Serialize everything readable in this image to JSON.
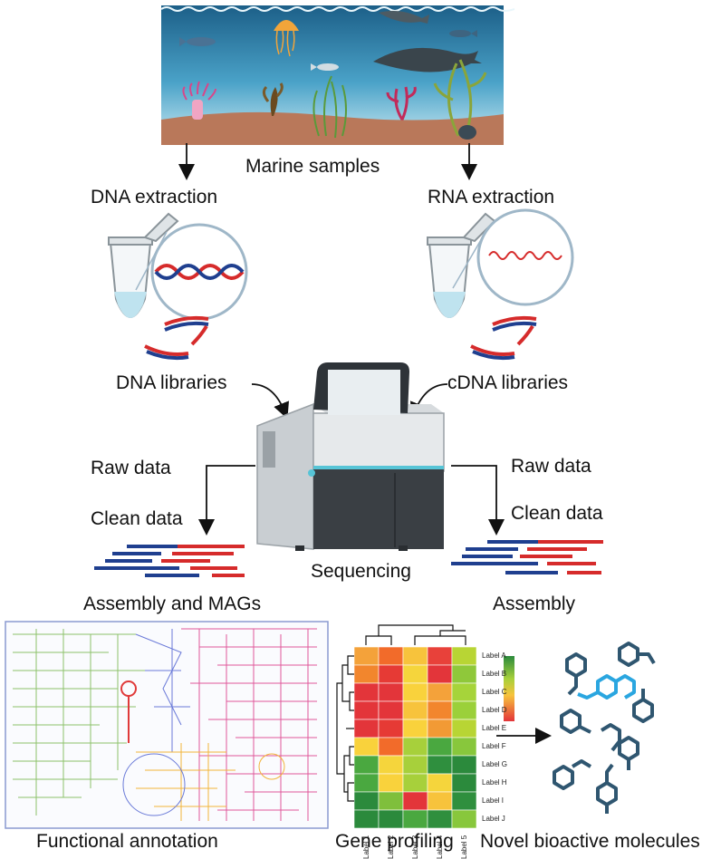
{
  "labels": {
    "marine_samples": "Marine samples",
    "dna_extraction": "DNA extraction",
    "rna_extraction": "RNA extraction",
    "dna_libraries": "DNA libraries",
    "cdna_libraries": "cDNA libraries",
    "raw_data_left": "Raw data",
    "clean_data_left": "Clean data",
    "raw_data_right": "Raw data",
    "clean_data_right": "Clean data",
    "sequencing": "Sequencing",
    "assembly_mags": "Assembly and MAGs",
    "assembly": "Assembly",
    "functional_annotation": "Functional annotation",
    "gene_profiling": "Gene profiling",
    "novel_bioactive": "Novel bioactive molecules"
  },
  "heatmap": {
    "row_labels": [
      "Label A",
      "Label B",
      "Label C",
      "Label D",
      "Label E",
      "Label F",
      "Label G",
      "Label H",
      "Label I",
      "Label J"
    ],
    "col_labels": [
      "Label 1",
      "Label 2",
      "Label 3",
      "Label 4",
      "Label 5"
    ],
    "cells": [
      [
        "#f4a23a",
        "#f26b2a",
        "#f7c33c",
        "#e8413a",
        "#b8d534"
      ],
      [
        "#f2862d",
        "#e63a35",
        "#f5d53c",
        "#e3353a",
        "#8fc83a"
      ],
      [
        "#e3353a",
        "#e3353a",
        "#f9d23c",
        "#f4a23a",
        "#a6d43a"
      ],
      [
        "#e3353a",
        "#e3353a",
        "#f7c33c",
        "#f2862d",
        "#9bd03a"
      ],
      [
        "#e3353a",
        "#e63a35",
        "#f9d23c",
        "#f29a35",
        "#b8d534"
      ],
      [
        "#f9d23c",
        "#f26b2a",
        "#a7d03b",
        "#4aa840",
        "#88c73c"
      ],
      [
        "#4aa840",
        "#f5d53c",
        "#a7d03b",
        "#2f8f3e",
        "#2b8a3c"
      ],
      [
        "#4aa840",
        "#f9d23c",
        "#a7d03b",
        "#f5d53c",
        "#2b8a3c"
      ],
      [
        "#2b8a3c",
        "#7fbf3c",
        "#e3353a",
        "#f7c33c",
        "#2f8f3e"
      ],
      [
        "#2b8a3c",
        "#2b8a3c",
        "#4aa840",
        "#2f8f3e",
        "#88c73c"
      ]
    ]
  },
  "colors": {
    "dna_red": "#d62b2b",
    "dna_blue": "#1f3f8f",
    "ocean_top": "#1f6f9a",
    "ocean_bottom": "#bfe3ef",
    "seabed": "#b9785a",
    "molecule_dark": "#2f5670",
    "molecule_highlight": "#2aa6e0"
  }
}
